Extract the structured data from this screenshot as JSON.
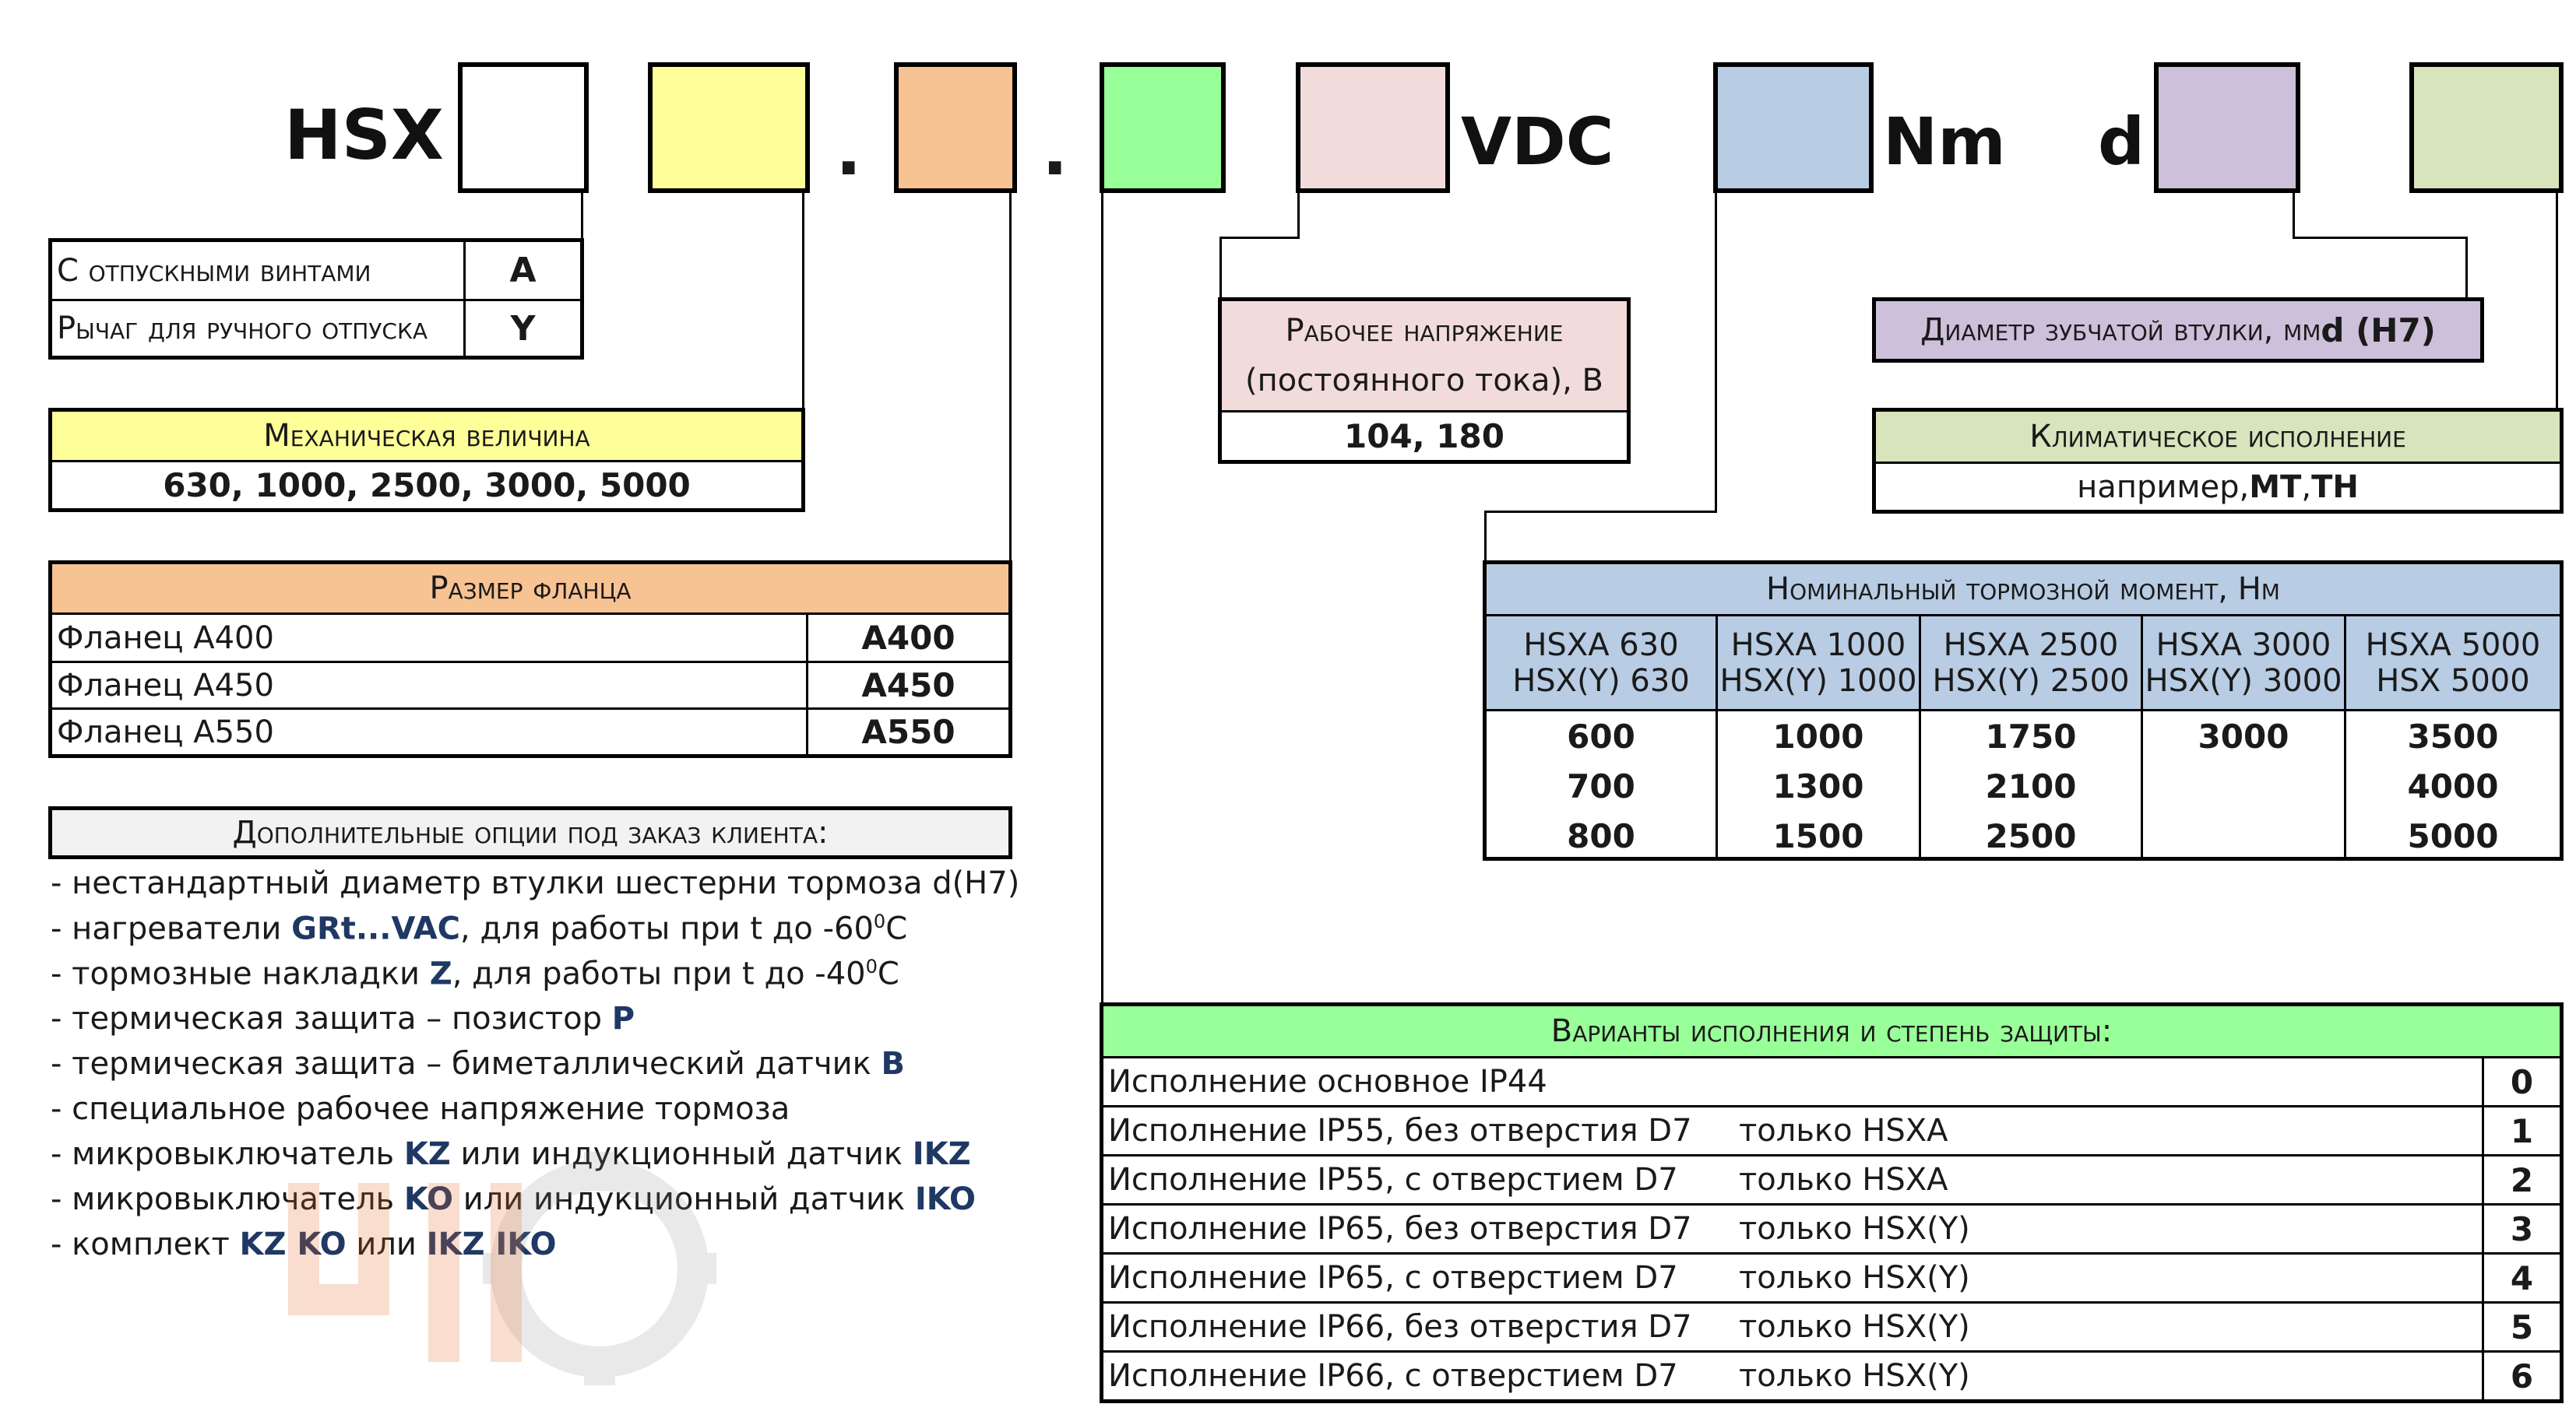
{
  "code": {
    "prefix": "HSX",
    "dot": ".",
    "vdc": "VDC",
    "nm": "Nm",
    "d": "d",
    "colors": {
      "box1": "#ffffff",
      "box2": "#ffff99",
      "box3": "#f8c393",
      "box4": "#99ff99",
      "box5": "#f2dcdb",
      "box6": "#b8cce4",
      "box7": "#ccc0da",
      "box8": "#d8e4bc"
    }
  },
  "release": {
    "rows": [
      {
        "label": "С отпускными винтами",
        "code": "A"
      },
      {
        "label": "Рычаг для ручного отпуска",
        "code": "Y"
      }
    ]
  },
  "mech": {
    "header": "Механическая величина",
    "values": "630, 1000, 2500, 3000, 5000",
    "color": "#ffff99"
  },
  "flange": {
    "header": "Размер фланца",
    "color": "#f8c393",
    "rows": [
      {
        "label": "Фланец A400",
        "code": "A400"
      },
      {
        "label": "Фланец A450",
        "code": "A450"
      },
      {
        "label": "Фланец A550",
        "code": "A550"
      }
    ]
  },
  "options": {
    "header": "Дополнительные опции  под заказ клиента:",
    "color": "#f2f2f2",
    "items": [
      {
        "t1": "- нестандартный  диаметр втулки шестерни тормоза d(H7)",
        "h1": "",
        "t2": "",
        "h2": "",
        "t3": "",
        "h3": "",
        "t4": ""
      },
      {
        "t1": "- нагреватели  ",
        "h1": "GRt...VAC",
        "t2": ", для работы при t до -60",
        "h2": "",
        "t3": "",
        "h3": "",
        "t4": ""
      },
      {
        "t1": "- тормозные накладки  ",
        "h1": "Z",
        "t2": ", для работы при t до -40",
        "h2": "",
        "t3": "",
        "h3": "",
        "t4": ""
      },
      {
        "t1": "- термическая  защита – позистор ",
        "h1": "P",
        "t2": "",
        "h2": "",
        "t3": "",
        "h3": "",
        "t4": ""
      },
      {
        "t1": "- термическая  защита – биметаллический датчик ",
        "h1": "B",
        "t2": "",
        "h2": "",
        "t3": "",
        "h3": "",
        "t4": ""
      },
      {
        "t1": "- специальное рабочее напряжение тормоза",
        "h1": "",
        "t2": "",
        "h2": "",
        "t3": "",
        "h3": "",
        "t4": ""
      },
      {
        "t1": "- микровыключатель ",
        "h1": "KZ",
        "t2": " или индукционный датчик ",
        "h2": "IKZ",
        "t3": "",
        "h3": "",
        "t4": ""
      },
      {
        "t1": "- микровыключатель ",
        "h1": "KO",
        "t2": " или индукционный датчик ",
        "h2": "IKO",
        "t3": "",
        "h3": "",
        "t4": ""
      },
      {
        "t1": "- комплект ",
        "h1": "KZ KO",
        "t2": " или ",
        "h2": "IKZ IKO",
        "t3": "",
        "h3": "",
        "t4": ""
      }
    ],
    "deg_sup": "0",
    "deg_c": "C"
  },
  "voltage": {
    "header1": "Рабочее  напряжение",
    "header2": "(постоянного тока), В",
    "values": "104, 180",
    "color": "#f2dcdb"
  },
  "diameter": {
    "label": "Диаметр зубчатой втулки, мм  ",
    "code": "d (H7)",
    "color": "#ccc0da"
  },
  "climate": {
    "header": "Климатическое исполнение",
    "prefix": "например, ",
    "codes": "MT",
    "sep": ", ",
    "codes2": "TH",
    "color": "#d8e4bc"
  },
  "torque": {
    "header": "Номинальный тормозной момент, Нм",
    "color": "#b8cce4",
    "columns": [
      {
        "h1": "HSXA 630",
        "h2": "HSX(Y) 630",
        "v": [
          "600",
          "700",
          "800"
        ]
      },
      {
        "h1": "HSXA 1000",
        "h2": "HSX(Y) 1000",
        "v": [
          "1000",
          "1300",
          "1500"
        ]
      },
      {
        "h1": "HSXA 2500",
        "h2": "HSX(Y) 2500",
        "v": [
          "1750",
          "2100",
          "2500"
        ]
      },
      {
        "h1": "HSXA 3000",
        "h2": "HSX(Y) 3000",
        "v": [
          "3000",
          "",
          ""
        ]
      },
      {
        "h1": "HSXA 5000",
        "h2": "HSX 5000",
        "v": [
          "3500",
          "4000",
          "5000"
        ]
      }
    ]
  },
  "variants": {
    "header": "Варианты исполнения и степень защиты:",
    "color": "#99ff99",
    "rows": [
      {
        "label": "Исполнение основное IP44",
        "note": "",
        "code": "0"
      },
      {
        "label": "Исполнение IP55, без отверстия D7",
        "note": "только HSXA",
        "code": "1"
      },
      {
        "label": "Исполнение IP55, с отверстием D7",
        "note": "только HSXA",
        "code": "2"
      },
      {
        "label": "Исполнение IP65, без отверстия D7",
        "note": "только HSX(Y)",
        "code": "3"
      },
      {
        "label": "Исполнение IP65, с отверстием D7",
        "note": "только HSX(Y)",
        "code": "4"
      },
      {
        "label": "Исполнение IP66, без отверстия D7",
        "note": "только HSX(Y)",
        "code": "5"
      },
      {
        "label": "Исполнение IP66, с отверстием D7",
        "note": "только HSX(Y)",
        "code": "6"
      }
    ]
  }
}
